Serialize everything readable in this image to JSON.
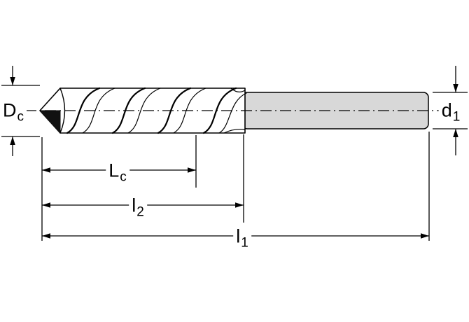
{
  "diagram": {
    "labels": {
      "dc": {
        "main": "D",
        "sub": "c"
      },
      "d1": {
        "main": "d",
        "sub": "1"
      },
      "lc": {
        "main": "L",
        "sub": "c"
      },
      "l2": {
        "main": "l",
        "sub": "2"
      },
      "l1": {
        "main": "l",
        "sub": "1"
      }
    },
    "colors": {
      "line": "#000000",
      "shank_fill": "#d8d8d8",
      "tip_shade": "#111111",
      "background": "#ffffff"
    }
  }
}
